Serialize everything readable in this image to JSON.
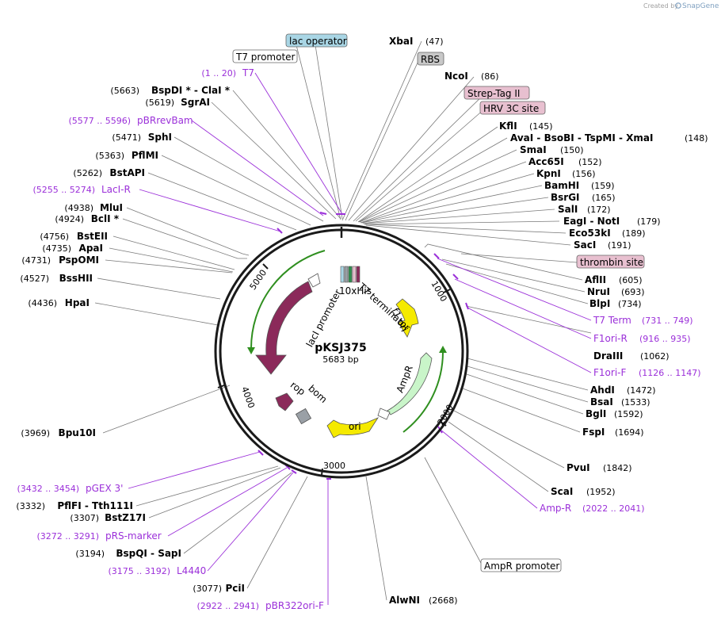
{
  "credit": {
    "created_by": "Created by",
    "brand": "SnapGene"
  },
  "plasmid": {
    "name": "pKSJ375",
    "size_text": "5683 bp"
  },
  "ticks": [
    "1000",
    "2000",
    "3000",
    "4000",
    "5000"
  ],
  "sites": [
    {
      "name": "XbaI",
      "pos": "(47)"
    },
    {
      "name": "NcoI",
      "pos": "(86)"
    },
    {
      "name": "KflI",
      "pos": "(145)"
    },
    {
      "name": "AvaI  -  BsoBI  -  TspMI  -  XmaI",
      "pos": "(148)"
    },
    {
      "name": "SmaI",
      "pos": "(150)"
    },
    {
      "name": "Acc65I",
      "pos": "(152)"
    },
    {
      "name": "KpnI",
      "pos": "(156)"
    },
    {
      "name": "BamHI",
      "pos": "(159)"
    },
    {
      "name": "BsrGI",
      "pos": "(165)"
    },
    {
      "name": "SalI",
      "pos": "(172)"
    },
    {
      "name": "EagI  -  NotI",
      "pos": "(179)"
    },
    {
      "name": "Eco53kI",
      "pos": "(189)"
    },
    {
      "name": "SacI",
      "pos": "(191)"
    },
    {
      "name": "AflII",
      "pos": "(605)"
    },
    {
      "name": "NruI",
      "pos": "(693)"
    },
    {
      "name": "BlpI",
      "pos": "(734)"
    },
    {
      "name": "DraIII",
      "pos": "(1062)"
    },
    {
      "name": "AhdI",
      "pos": "(1472)"
    },
    {
      "name": "BsaI",
      "pos": "(1533)"
    },
    {
      "name": "BglI",
      "pos": "(1592)"
    },
    {
      "name": "FspI",
      "pos": "(1694)"
    },
    {
      "name": "PvuI",
      "pos": "(1842)"
    },
    {
      "name": "ScaI",
      "pos": "(1952)"
    },
    {
      "name": "AlwNI",
      "pos": "(2668)"
    },
    {
      "name": "PciI",
      "pos": "(3077)"
    },
    {
      "name": "BspQI  -  SapI",
      "pos": "(3194)"
    },
    {
      "name": "BstZ17I",
      "pos": "(3307)"
    },
    {
      "name": "PflFI  -  Tth111I",
      "pos": "(3332)"
    },
    {
      "name": "Bpu10I",
      "pos": "(3969)"
    },
    {
      "name": "HpaI",
      "pos": "(4436)"
    },
    {
      "name": "BssHII",
      "pos": "(4527)"
    },
    {
      "name": "PspOMI",
      "pos": "(4731)"
    },
    {
      "name": "ApaI",
      "pos": "(4735)"
    },
    {
      "name": "BstEII",
      "pos": "(4756)"
    },
    {
      "name": "BclI *",
      "pos": "(4924)"
    },
    {
      "name": "MluI",
      "pos": "(4938)"
    },
    {
      "name": "BstAPI",
      "pos": "(5262)"
    },
    {
      "name": "PflMI",
      "pos": "(5363)"
    },
    {
      "name": "SphI",
      "pos": "(5471)"
    },
    {
      "name": "SgrAI",
      "pos": "(5619)"
    },
    {
      "name": "BspDI *  -  ClaI *",
      "pos": "(5663)"
    }
  ],
  "primers": [
    {
      "name": "T7",
      "range": "(1 .. 20)"
    },
    {
      "name": "pBRrevBam",
      "range": "(5577 .. 5596)"
    },
    {
      "name": "LacI-R",
      "range": "(5255 .. 5274)"
    },
    {
      "name": "T7 Term",
      "range": "(731 .. 749)"
    },
    {
      "name": "F1ori-R",
      "range": "(916 .. 935)"
    },
    {
      "name": "F1ori-F",
      "range": "(1126 .. 1147)"
    },
    {
      "name": "Amp-R",
      "range": "(2022 .. 2041)"
    },
    {
      "name": "pGEX 3'",
      "range": "(3432 .. 3454)"
    },
    {
      "name": "pRS-marker",
      "range": "(3272 .. 3291)"
    },
    {
      "name": "L4440",
      "range": "(3175 .. 3192)"
    },
    {
      "name": "pBR322ori-F",
      "range": "(2922 .. 2941)"
    }
  ],
  "boxed_features": {
    "lac_operator": "lac operator",
    "t7_promoter": "T7 promoter",
    "rbs": "RBS",
    "strep_tag": "Strep-Tag II",
    "hrv3c": "HRV 3C site",
    "thrombin": "thrombin site",
    "ampr_promoter": "AmpR promoter"
  },
  "inner_features": {
    "his": "10xHis",
    "t7_term": "T7 terminator",
    "f1_ori": "f1 ori",
    "ampr": "AmpR",
    "ori": "ori",
    "bom": "bom",
    "rop": "rop",
    "laci": "lacI",
    "laci_promoter": "lacI promoter"
  },
  "colors": {
    "backbone": "#1a1a1a",
    "primer": "#9b30d9",
    "lacI": "#8b2a5a",
    "f1_ori": "#f5ea00",
    "ampR": "#c9f5c9",
    "ori": "#f5ea00",
    "bom": "#9aa0a6",
    "rop": "#8b2a5a",
    "orf_arrow": "#2f8f1f",
    "box_lac_operator": "#a9d6e5",
    "box_rbs": "#c8c8c8",
    "box_pink": "#e8c0d0"
  }
}
